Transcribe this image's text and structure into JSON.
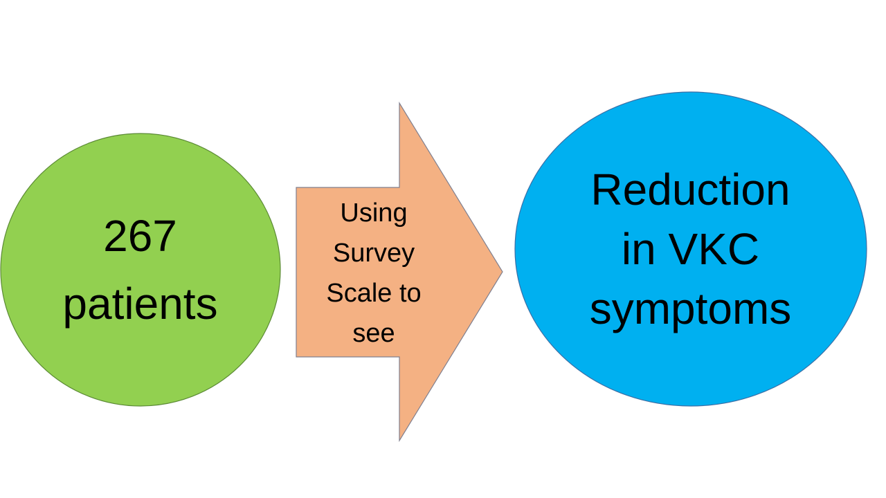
{
  "diagram": {
    "left_node": {
      "lines": [
        "267",
        "patients"
      ],
      "fill": "#92D050",
      "stroke": "#5b8a35"
    },
    "arrow": {
      "lines": [
        "Using",
        "Survey",
        "Scale to",
        "see"
      ],
      "fill": "#F4B183",
      "stroke": "#7f7f8f"
    },
    "right_node": {
      "lines": [
        "Reduction",
        "in VKC",
        "symptoms"
      ],
      "fill": "#00B0F0",
      "stroke": "#3b6ea5"
    }
  }
}
